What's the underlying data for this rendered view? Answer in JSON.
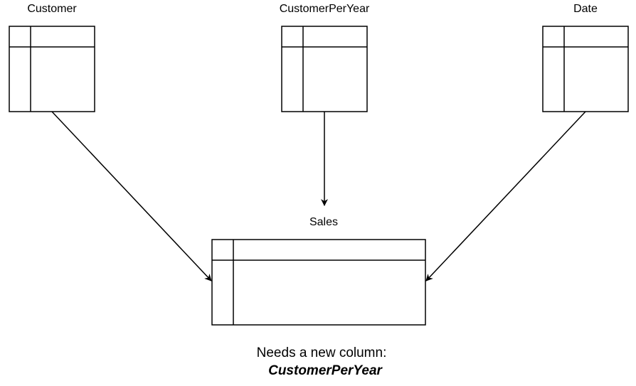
{
  "tables": {
    "customer": {
      "label": "Customer"
    },
    "customer_per_year": {
      "label": "CustomerPerYear"
    },
    "date": {
      "label": "Date"
    },
    "sales": {
      "label": "Sales"
    }
  },
  "note": {
    "line1": "Needs a new column:",
    "line2": "CustomerPerYear"
  },
  "colors": {
    "stroke": "#000000",
    "background": "#ffffff"
  }
}
